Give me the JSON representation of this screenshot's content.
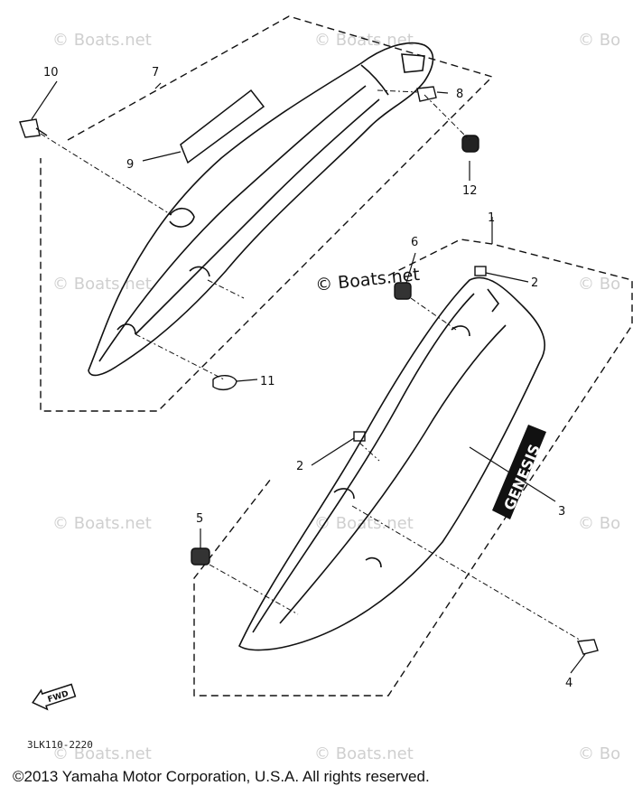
{
  "watermark": "© Boats.net",
  "watermark_partial": "© Bo",
  "center_watermark": "© Boats.net",
  "callouts": {
    "c1": "1",
    "c2a": "2",
    "c2b": "2",
    "c3": "3",
    "c4": "4",
    "c5": "5",
    "c6": "6",
    "c7": "7",
    "c8": "8",
    "c9": "9",
    "c10": "10",
    "c11": "11",
    "c12": "12"
  },
  "decal_text": "GENESIS",
  "fwd_label": "FWD",
  "diagram_code": "3LK110-2220",
  "copyright": "©2013 Yamaha Motor Corporation, U.S.A. All rights reserved."
}
